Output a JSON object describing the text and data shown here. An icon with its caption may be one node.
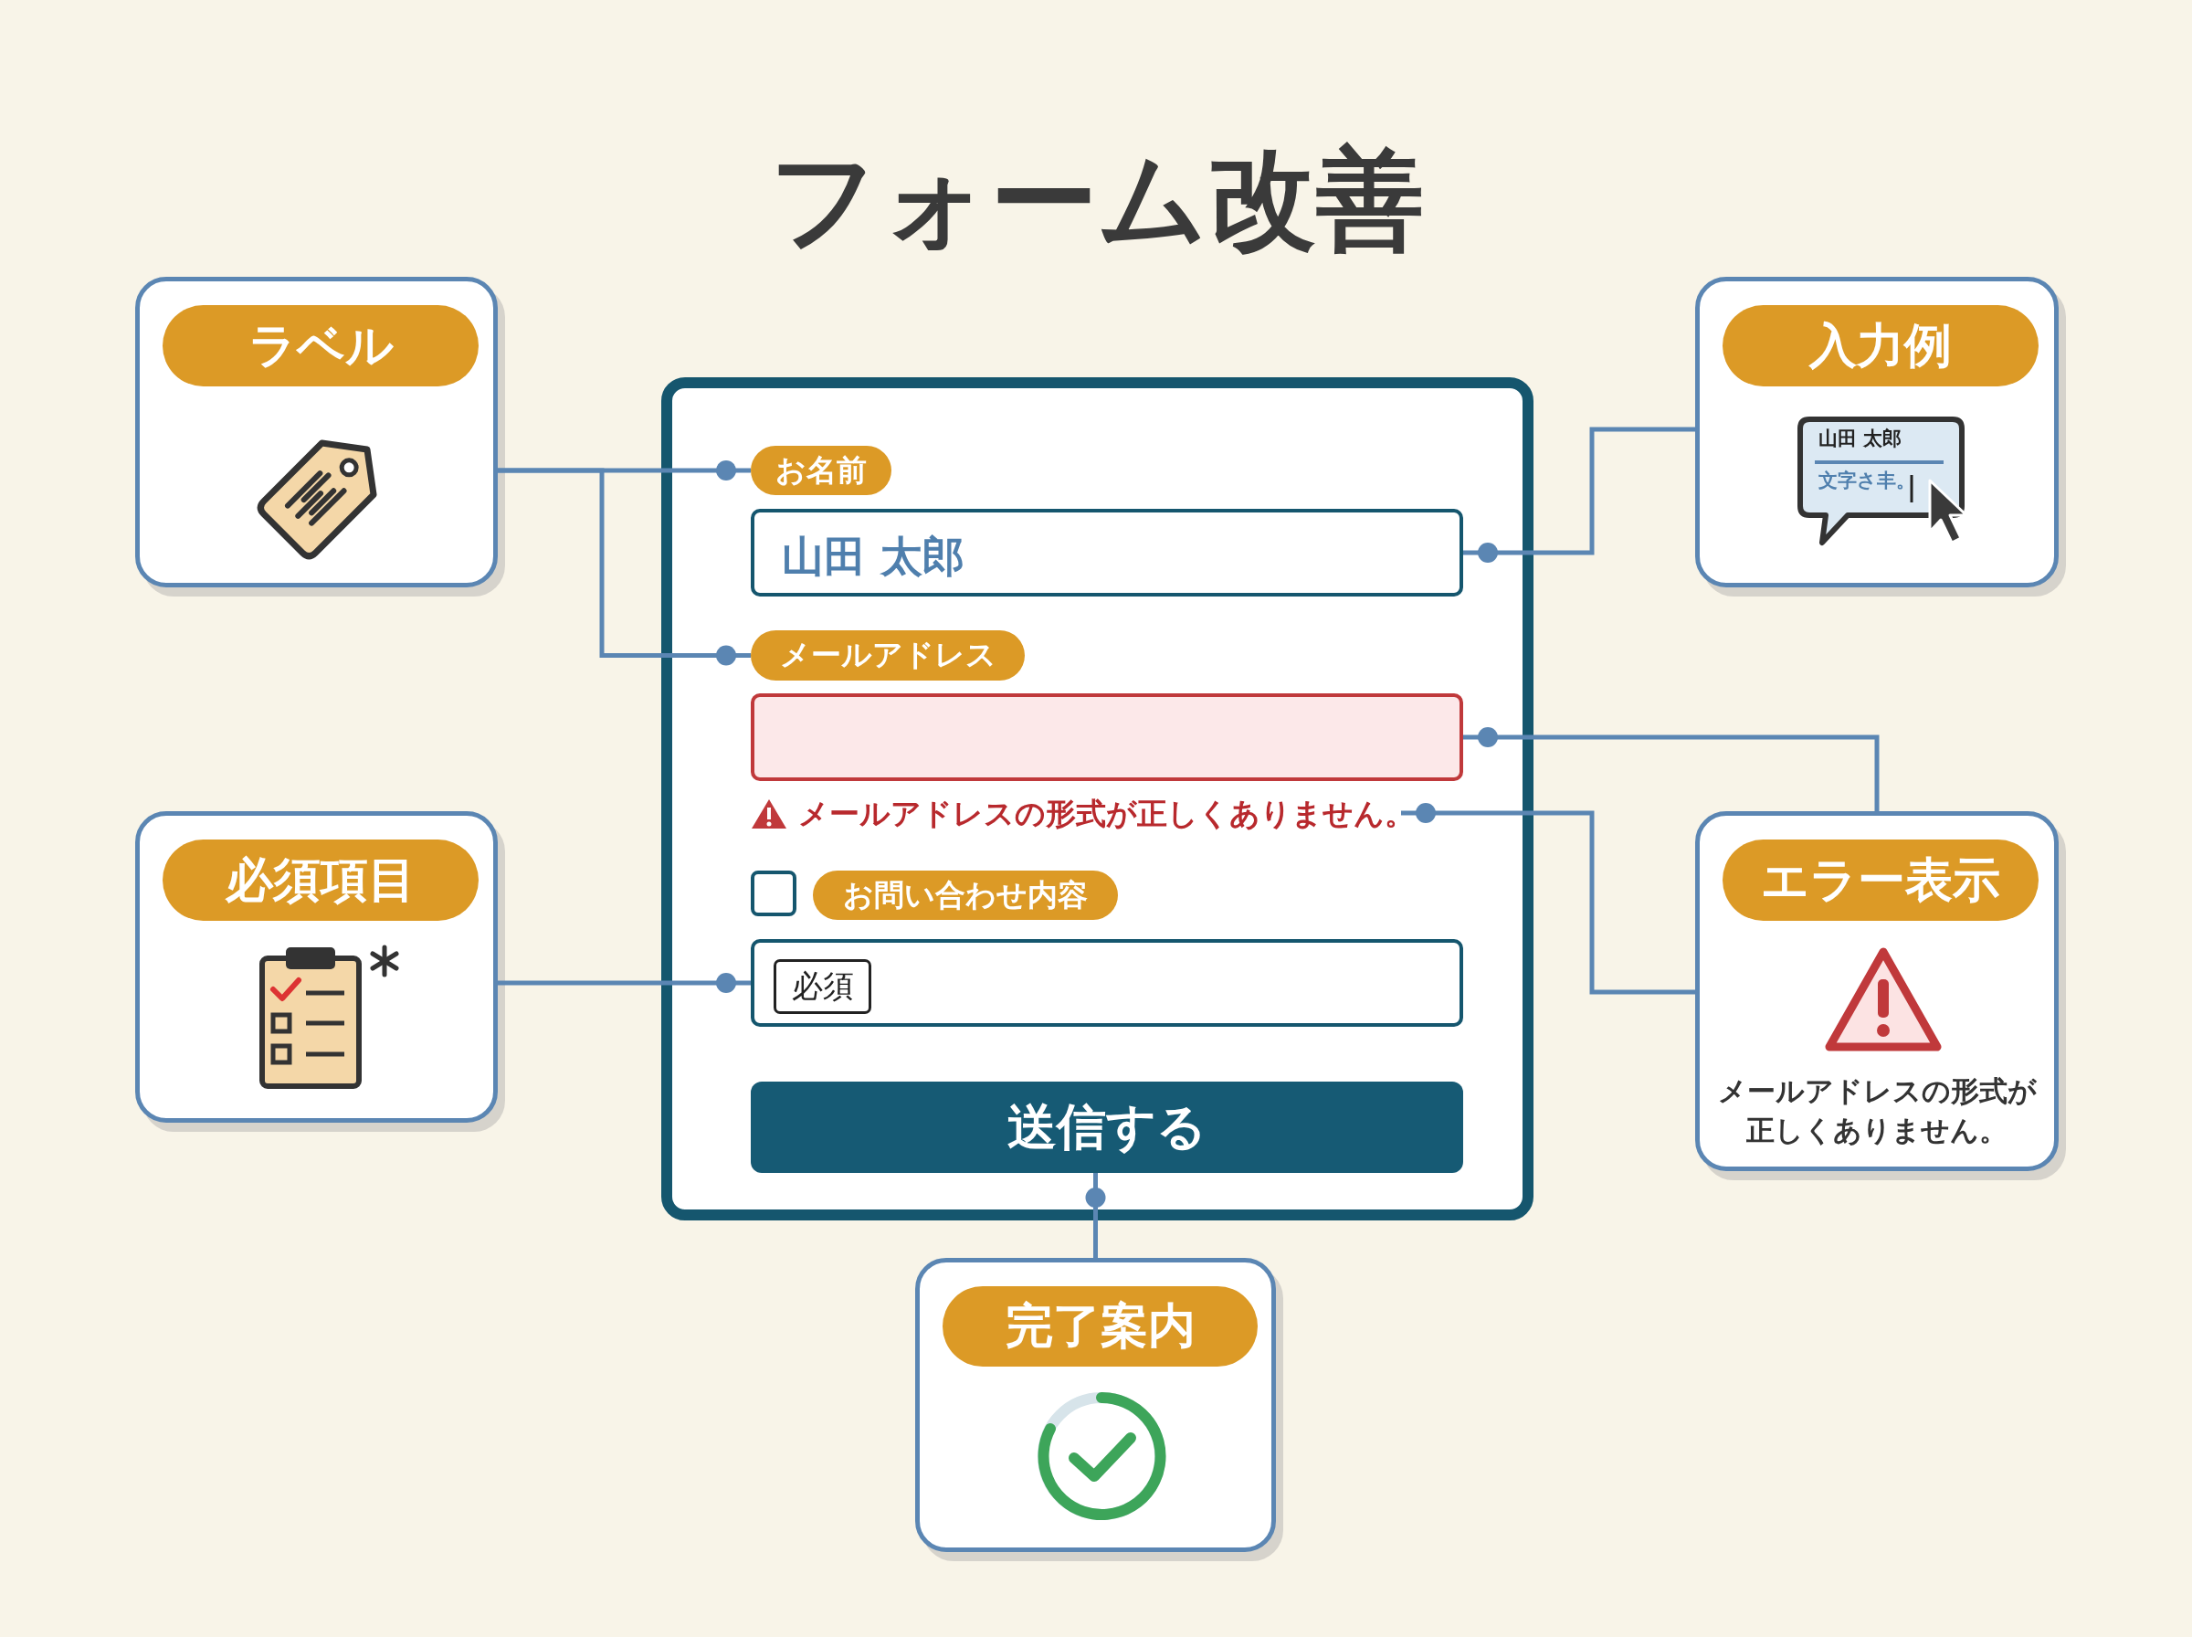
{
  "diagram": {
    "title": "フォーム改善",
    "nodes": [
      {
        "text": [
          "ラベル"
        ]
      },
      {
        "text": [
          "入力例"
        ]
      },
      {
        "text": [
          "必須項目"
        ]
      },
      {
        "text": [
          "エラー表示",
          "メールアドレスの形式が正しくありません。"
        ]
      },
      {
        "text": [
          "完了案内"
        ]
      },
      {
        "text": [],
        "shape": "box"
      },
      {
        "text": [
          "お名前"
        ],
        "in": 5
      },
      {
        "text": [
          "山田 太郎"
        ],
        "in": 5
      },
      {
        "text": [
          "メールアドレス"
        ],
        "in": 5
      },
      {
        "text": [],
        "shape": "box",
        "in": 5
      },
      {
        "text": [
          "メールアドレスの形式が正しくありません。"
        ],
        "in": 5
      },
      {
        "text": [
          "お問い合わせ内容"
        ],
        "in": 5
      },
      {
        "text": [],
        "shape": "box",
        "in": 5
      },
      {
        "text": [
          "必須"
        ],
        "in": 12
      },
      {
        "text": [
          "送信する"
        ],
        "in": 5
      }
    ],
    "edges": [
      {
        "from": 0,
        "to": 6,
        "arrow": "other"
      },
      {
        "from": 0,
        "to": 8,
        "arrow": "other"
      },
      {
        "from": 1,
        "to": 7,
        "arrow": "other"
      },
      {
        "from": 3,
        "to": 9,
        "arrow": "other"
      },
      {
        "from": 3,
        "to": 10,
        "arrow": "other"
      },
      {
        "from": 2,
        "to": 12,
        "arrow": "other"
      },
      {
        "from": 4,
        "to": 14,
        "arrow": "other"
      }
    ],
    "labels": [
      "山田 太郎",
      "文字さ丰。"
    ]
  }
}
